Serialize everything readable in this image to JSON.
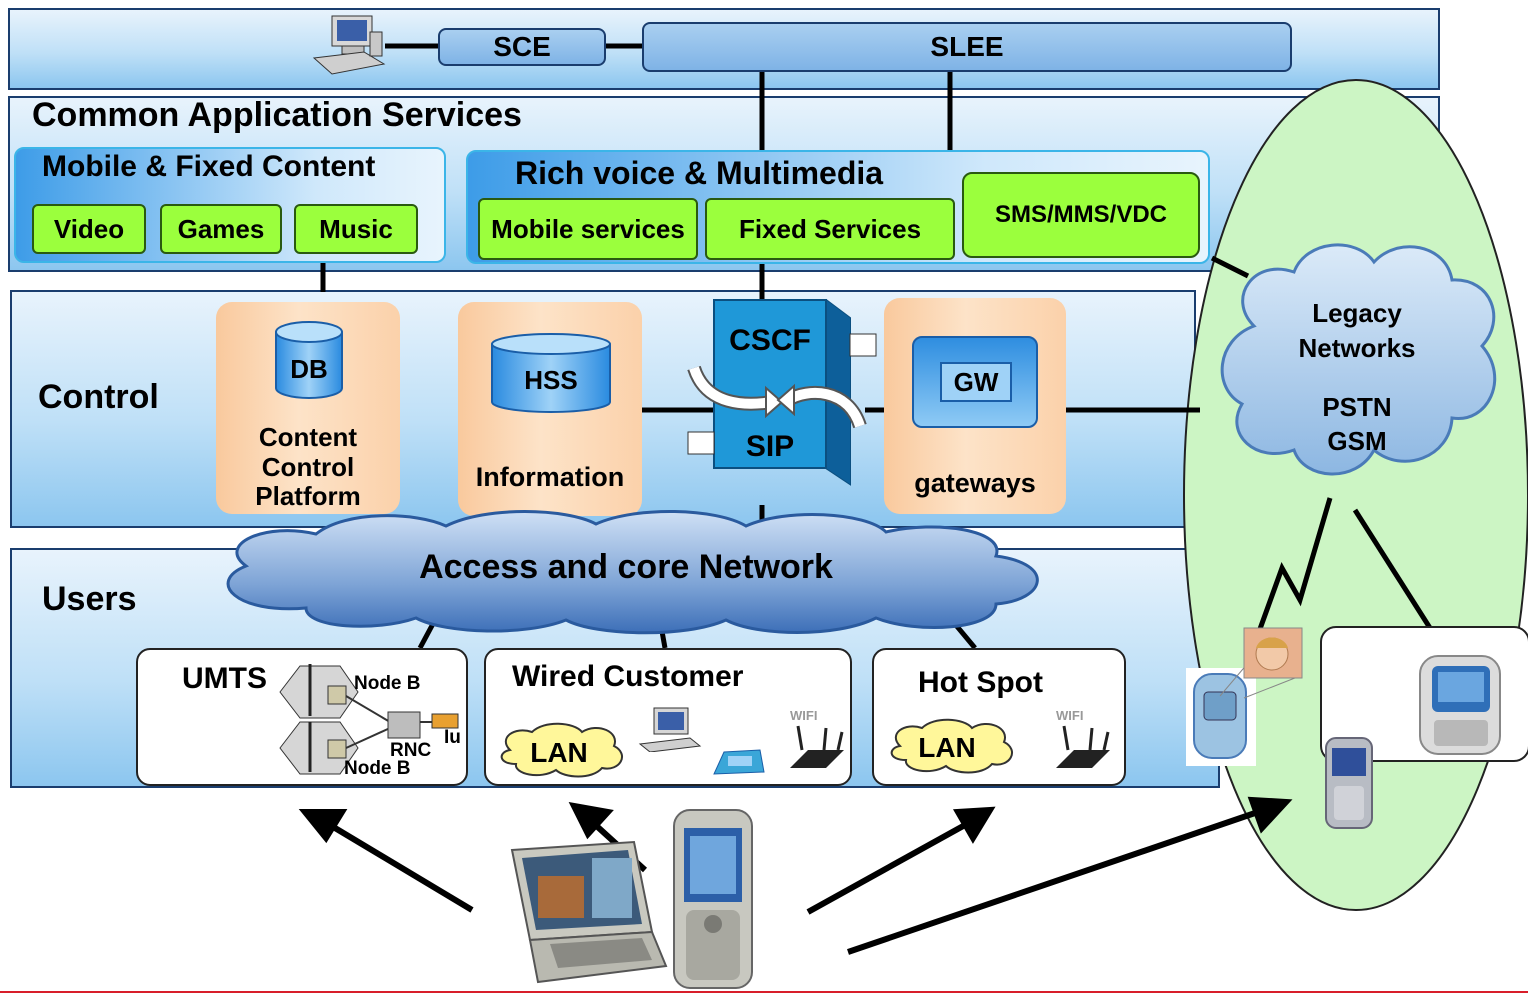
{
  "top_bar": {
    "sce": "SCE",
    "slee": "SLEE"
  },
  "services": {
    "title": "Common Application Services",
    "mobile_fixed": {
      "title": "Mobile & Fixed Content",
      "items": [
        "Video",
        "Games",
        "Music"
      ]
    },
    "rich": {
      "title": "Rich voice & Multimedia",
      "items": [
        "Mobile services",
        "Fixed Services"
      ]
    },
    "sms": "SMS/MMS/VDC"
  },
  "control": {
    "title": "Control",
    "db": {
      "cyl": "DB",
      "lines": [
        "Content",
        "Control",
        "Platform"
      ]
    },
    "hss": {
      "cyl": "HSS",
      "label": "Information"
    },
    "cscf": {
      "top": "CSCF",
      "bottom": "SIP"
    },
    "gw": {
      "label": "GW",
      "caption": "gateways"
    }
  },
  "legacy": {
    "lines": [
      "Legacy",
      "Networks",
      "PSTN",
      "GSM"
    ]
  },
  "users": {
    "title": "Users",
    "cloud": "Access and core Network",
    "umts": {
      "title": "UMTS",
      "node_b": "Node B",
      "rnc": "RNC",
      "iu": "Iu"
    },
    "wired": {
      "title": "Wired Customer",
      "lan": "LAN",
      "wifi": "WIFI"
    },
    "hotspot": {
      "title": "Hot Spot",
      "lan": "LAN",
      "wifi": "WIFI"
    }
  },
  "colors": {
    "green_box": "#9bff3d",
    "band": "#bfe0f7",
    "ellipse": "#ccf5c4",
    "footer_line": "#d81e2a"
  }
}
